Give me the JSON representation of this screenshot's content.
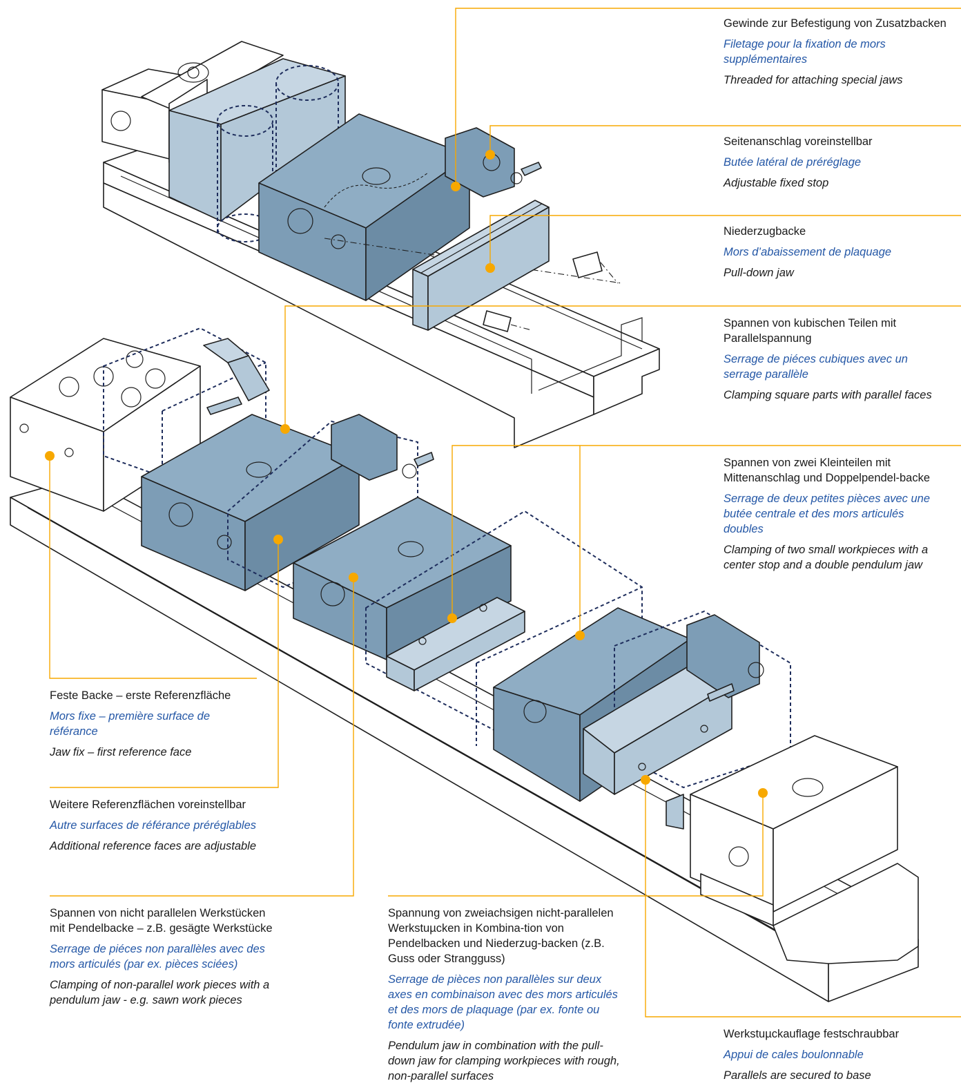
{
  "callouts": [
    {
      "id": "thread",
      "de": "Gewinde zur Befestigung von Zusatzbacken",
      "fr": "Filetage pour la fixation de mors supplémentaires",
      "en": "Threaded for attaching special jaws"
    },
    {
      "id": "side-stop",
      "de": "Seitenanschlag voreinstellbar",
      "fr": "Butée latéral de préréglage",
      "en": "Adjustable fixed stop"
    },
    {
      "id": "pull-down",
      "de": "Niederzugbacke",
      "fr": "Mors d’abaissement de plaquage",
      "en": "Pull-down jaw"
    },
    {
      "id": "cubic",
      "de": "Spannen von kubischen Teilen mit Parallelspannung",
      "fr": "Serrage de piéces cubiques avec un serrage parallèle",
      "en": "Clamping square parts with parallel faces"
    },
    {
      "id": "two-small",
      "de": "Spannen von zwei Kleinteilen mit Mittenanschlag und Doppelpendel-backe",
      "fr": "Serrage de deux petites pièces avec une butée centrale et des mors articulés doubles",
      "en": "Clamping of two small workpieces with a center stop and a double pendulum jaw"
    },
    {
      "id": "fixed-jaw",
      "de": "Feste Backe – erste Referenzfläche",
      "fr": "Mors fixe – première surface de référance",
      "en": "Jaw fix – first reference face"
    },
    {
      "id": "more-ref",
      "de": "Weitere Referenzflächen voreinstellbar",
      "fr": "Autre surfaces de référance préréglables",
      "en": "Additional reference faces are adjustable"
    },
    {
      "id": "non-parallel",
      "de": "Spannen von nicht parallelen Werkstücken mit Pendelbacke – z.B. gesägte Werkstücke",
      "fr": "Serrage de piéces non parallèles avec des mors articulés (par ex. pièces sciées)",
      "en": "Clamping of non-parallel work pieces with a pendulum jaw - e.g. sawn work pieces"
    },
    {
      "id": "biaxial",
      "de": "Spannung von zweiachsigen nicht-parallelen Werkstuµcken in Kombina-tion von Pendelbacken und Niederzug-backen (z.B. Guss oder Strangguss)",
      "fr": "Serrage de pièces non parallèles sur deux axes en combinaison avec des mors articulés et des mors de plaquage (par ex. fonte ou fonte extrudée)",
      "en": "Pendulum jaw in combination with the pull-down jaw for clamping workpieces with rough, non-parallel surfaces"
    },
    {
      "id": "parallels",
      "de": "Werkstuµckauflage festschraubbar",
      "fr": "Appui de cales boulonnable",
      "en": "Parallels are secured to base"
    }
  ],
  "colors": {
    "accent": "#f7a800",
    "french_text": "#2457a6",
    "jaw_dark": "#7d9db6",
    "jaw_light": "#b3c8d8",
    "dashed_outline": "#1e2d5c"
  }
}
